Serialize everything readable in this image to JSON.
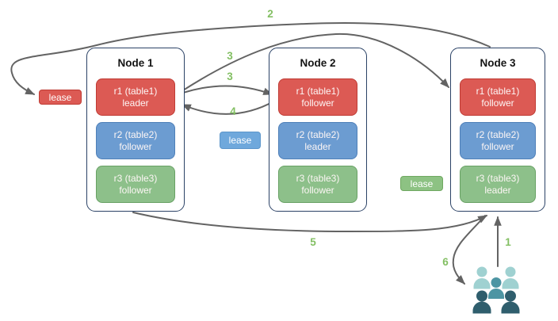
{
  "diagram": {
    "arrow_color": "#636363",
    "node_border_color": "#2b4266",
    "step_color": "#83bf63",
    "palette": {
      "red": {
        "fill": "#dc5a54",
        "border": "#bf3b34"
      },
      "blue": {
        "fill": "#6c9cd1",
        "border": "#4e7fb8"
      },
      "green": {
        "fill": "#8dc08a",
        "border": "#68a164"
      },
      "lease_red": {
        "fill": "#dc5a54",
        "border": "#bf3b34"
      },
      "lease_blue": {
        "fill": "#6fa8dc",
        "border": "#5d96cb"
      },
      "lease_green": {
        "fill": "#8dc283",
        "border": "#6fa860"
      }
    },
    "nodes": [
      {
        "title": "Node 1",
        "replicas": [
          {
            "line1": "r1 (table1)",
            "line2": "leader",
            "color_key": "red"
          },
          {
            "line1": "r2 (table2)",
            "line2": "follower",
            "color_key": "blue"
          },
          {
            "line1": "r3 (table3)",
            "line2": "follower",
            "color_key": "green"
          }
        ]
      },
      {
        "title": "Node 2",
        "replicas": [
          {
            "line1": "r1 (table1)",
            "line2": "follower",
            "color_key": "red"
          },
          {
            "line1": "r2 (table2)",
            "line2": "leader",
            "color_key": "blue"
          },
          {
            "line1": "r3 (table3)",
            "line2": "follower",
            "color_key": "green"
          }
        ]
      },
      {
        "title": "Node 3",
        "replicas": [
          {
            "line1": "r1 (table1)",
            "line2": "follower",
            "color_key": "red"
          },
          {
            "line1": "r2 (table2)",
            "line2": "follower",
            "color_key": "blue"
          },
          {
            "line1": "r3 (table3)",
            "line2": "leader",
            "color_key": "green"
          }
        ]
      }
    ],
    "leases": [
      {
        "label": "lease",
        "color_key": "lease_red"
      },
      {
        "label": "lease",
        "color_key": "lease_blue"
      },
      {
        "label": "lease",
        "color_key": "lease_green"
      }
    ],
    "steps": [
      {
        "label": "1"
      },
      {
        "label": "2"
      },
      {
        "label": "3"
      },
      {
        "label": "3"
      },
      {
        "label": "4"
      },
      {
        "label": "5"
      },
      {
        "label": "6"
      }
    ],
    "icons": {
      "users": "users-group-icon"
    },
    "users_icon_colors": {
      "light": "#9fd1d1",
      "medium": "#4d95a3",
      "dark": "#2f5e6d"
    }
  }
}
